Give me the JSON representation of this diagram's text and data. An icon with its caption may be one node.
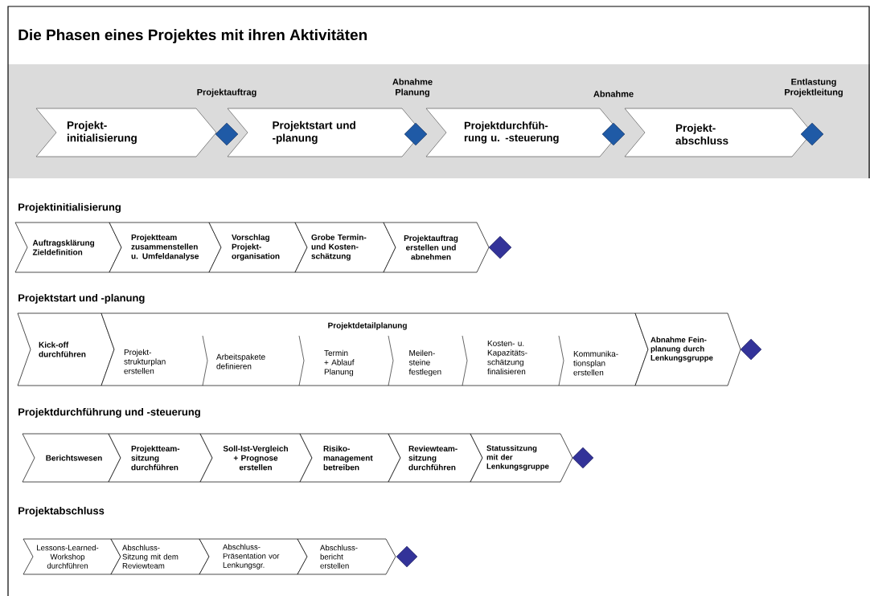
{
  "diagram": {
    "title": "Die Phasen eines Projektes mit ihren Aktivitäten",
    "nodes": [
      {
        "text": [
          "Projekt- initialisierung"
        ]
      },
      {
        "text": [],
        "shape": "diamond"
      },
      {
        "text": [
          "Projektstart und -planung"
        ]
      },
      {
        "text": [],
        "shape": "diamond"
      },
      {
        "text": [
          "Projektdurchfüh- rung u. -steuerung"
        ]
      },
      {
        "text": [],
        "shape": "diamond"
      },
      {
        "text": [
          "Projekt- abschluss"
        ]
      },
      {
        "text": [],
        "shape": "diamond"
      },
      {
        "text": [
          "Auftragsklärung Zieldefinition"
        ]
      },
      {
        "text": [
          "Projektteam zusammenstellen u. Umfeldanalyse"
        ]
      },
      {
        "text": [
          "Vorschlag Projekt- organisation"
        ]
      },
      {
        "text": [
          "Grobe Termin- und Kosten- schätzung"
        ]
      },
      {
        "text": [
          "Projektauftrag erstellen und abnehmen"
        ]
      },
      {
        "text": [],
        "shape": "diamond"
      },
      {
        "text": [
          "Kick-off durchführen"
        ]
      },
      {
        "text": [
          "Projektdetailplanung"
        ]
      },
      {
        "text": [
          "Projekt- strukturplan erstellen"
        ],
        "in": 15
      },
      {
        "text": [
          "Arbeitspakete definieren"
        ],
        "in": 15
      },
      {
        "text": [
          "Termin + Ablauf Planung"
        ],
        "in": 15
      },
      {
        "text": [
          "Meilen- steine festlegen"
        ],
        "in": 15
      },
      {
        "text": [
          "Kosten- u. Kapazitäts- schätzung finalisieren"
        ],
        "in": 15
      },
      {
        "text": [
          "Kommunika- tionsplan erstellen"
        ],
        "in": 15
      },
      {
        "text": [
          "Abnahme Fein- planung durch Lenkungsgruppe"
        ]
      },
      {
        "text": [],
        "shape": "diamond"
      },
      {
        "text": [
          "Berichtswesen"
        ]
      },
      {
        "text": [
          "Projektteam- sitzung durchführen"
        ]
      },
      {
        "text": [
          "Soll-Ist-Vergleich + Prognose erstellen"
        ]
      },
      {
        "text": [
          "Risiko- management betreiben"
        ]
      },
      {
        "text": [
          "Reviewteam- sitzung durchführen"
        ]
      },
      {
        "text": [
          "Statussitzung mit der Lenkungsgruppe"
        ]
      },
      {
        "text": [],
        "shape": "diamond"
      },
      {
        "text": [
          "Lessons-Learned- Workshop durchführen"
        ]
      },
      {
        "text": [
          "Abschluss- Sitzung mit dem Reviewteam"
        ]
      },
      {
        "text": [
          "Abschluss- Präsentation vor Lenkungsgr."
        ]
      },
      {
        "text": [
          "Abschluss- bericht erstellen"
        ]
      },
      {
        "text": [],
        "shape": "diamond"
      }
    ],
    "labels": [
      "Projektauftrag",
      "Abnahme Planung",
      "Abnahme",
      "Entlastung Projektleitung",
      "Projektinitialisierung",
      "Projektstart und -planung",
      "Projektdurchführung und -steuerung",
      "Projektabschluss"
    ]
  }
}
